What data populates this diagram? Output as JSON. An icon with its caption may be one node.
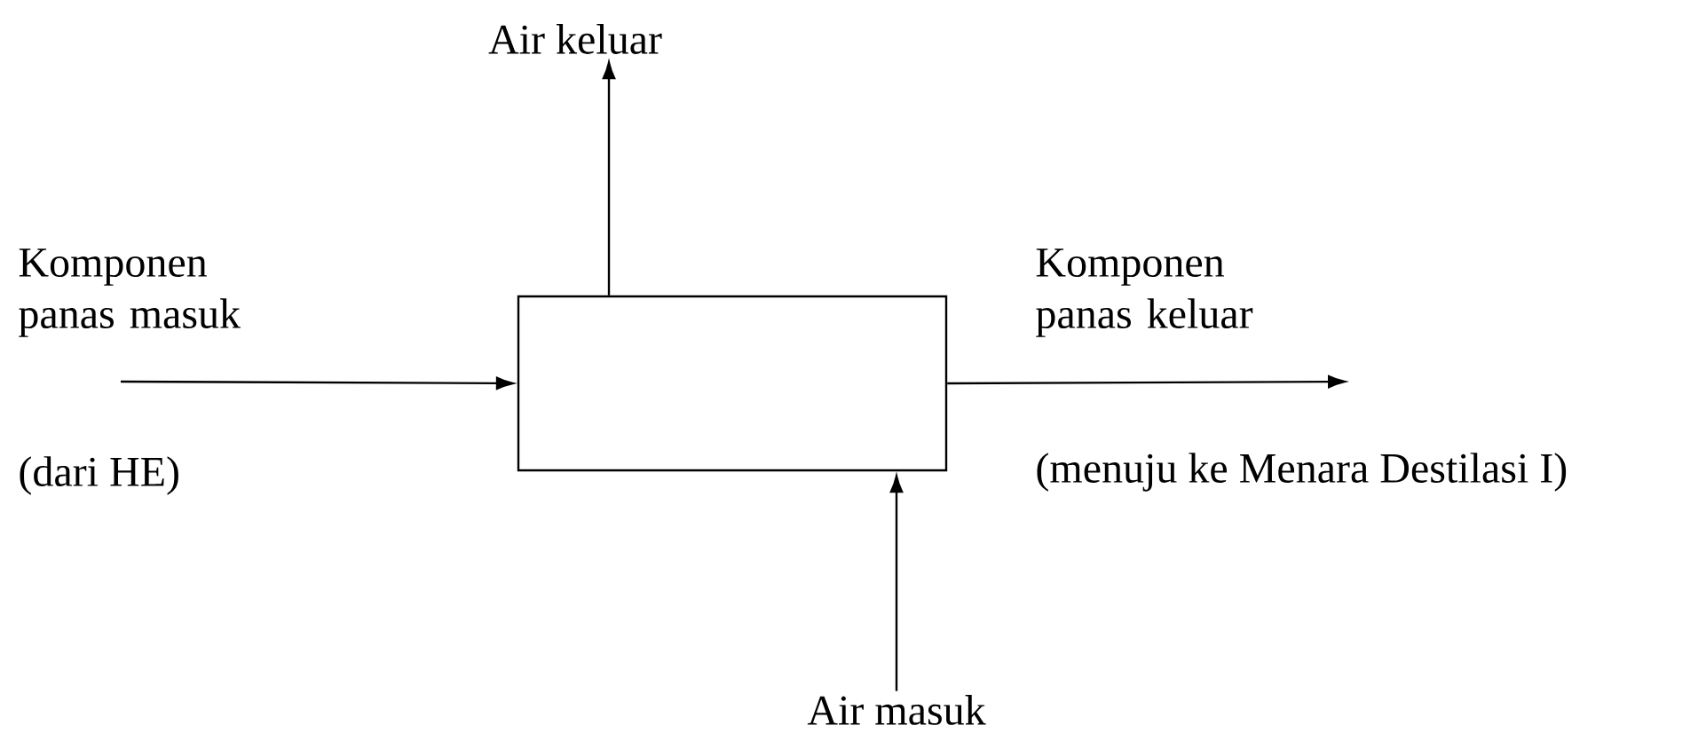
{
  "diagram": {
    "nodes": [
      {
        "text": [],
        "shape": "box"
      },
      {
        "text": [
          "Air keluar"
        ]
      },
      {
        "text": [
          "Air masuk"
        ]
      }
    ],
    "edges": [
      {
        "from": null,
        "to": 0,
        "arrow": "to",
        "label": "Komponen panas masuk"
      },
      {
        "from": 0,
        "to": null,
        "arrow": "to",
        "label": "Komponen panas keluar"
      },
      {
        "from": 0,
        "to": 1,
        "arrow": "to"
      },
      {
        "from": 2,
        "to": 0,
        "arrow": "to"
      }
    ],
    "labels": [
      "(dari HE)",
      "(menuju ke Menara Destilasi I)"
    ]
  }
}
